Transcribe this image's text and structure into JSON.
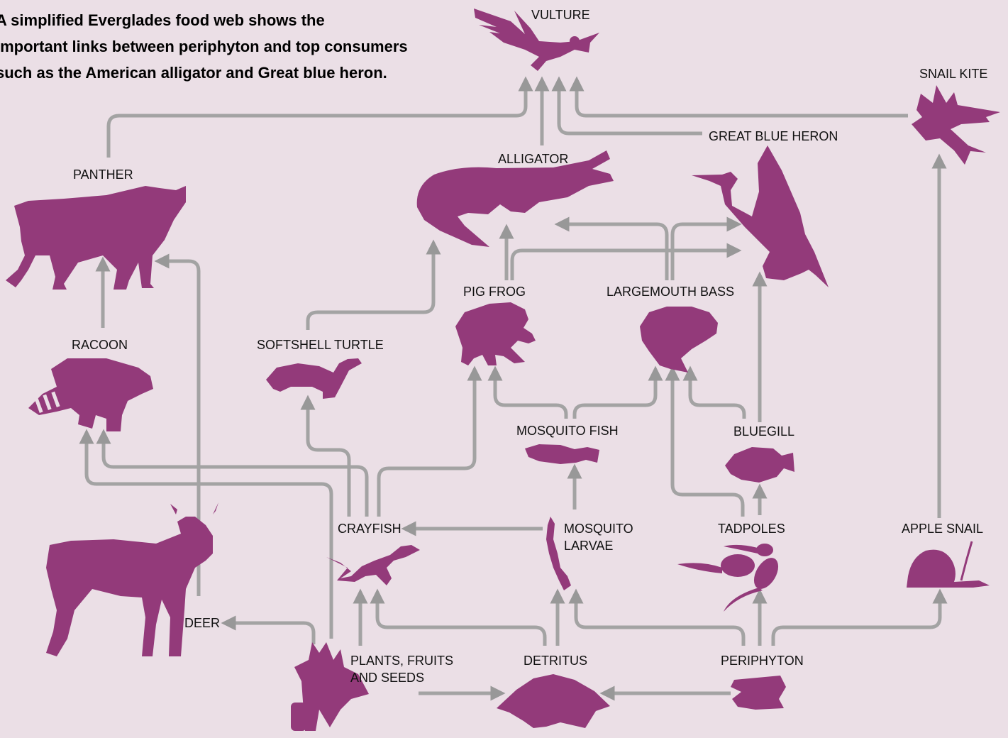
{
  "caption": "A simplified Everglades food web shows the\nimportant links between periphyton and top consumers\nsuch as the American alligator and Great blue heron.",
  "colors": {
    "background": "#ebdfe6",
    "silhouette": "#933a7a",
    "arrow": "#989898"
  },
  "nodes": {
    "vulture": "VULTURE",
    "snail_kite": "SNAIL KITE",
    "great_blue_heron": "GREAT BLUE HERON",
    "alligator": "ALLIGATOR",
    "panther": "PANTHER",
    "pig_frog": "PIG FROG",
    "largemouth_bass": "LARGEMOUTH BASS",
    "racoon": "RACOON",
    "softshell_turtle": "SOFTSHELL TURTLE",
    "mosquito_fish": "MOSQUITO FISH",
    "bluegill": "BLUEGILL",
    "crayfish": "CRAYFISH",
    "mosquito_larvae": "MOSQUITO LARVAE",
    "tadpoles": "TADPOLES",
    "apple_snail": "APPLE SNAIL",
    "deer": "DEER",
    "plants_fruits_seeds": "PLANTS, FRUITS AND SEEDS",
    "detritus": "DETRITUS",
    "periphyton": "PERIPHYTON"
  }
}
